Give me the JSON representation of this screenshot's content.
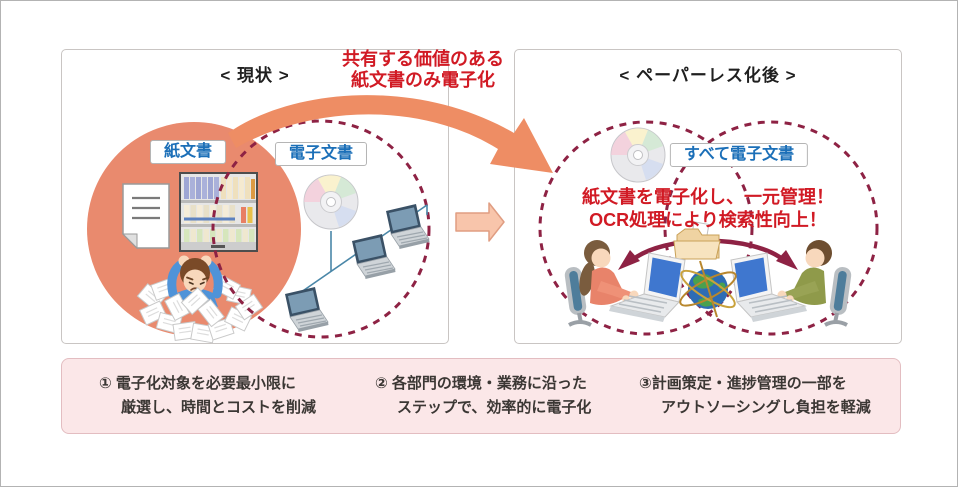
{
  "left_panel": {
    "title": "< 現状 >",
    "paper_doc_label": "紙文書",
    "digital_doc_label": "電子文書"
  },
  "transition_note": {
    "line1": "共有する価値のある",
    "line2": "紙文書のみ電子化"
  },
  "right_panel": {
    "title": "< ペーパーレス化後 >",
    "all_digital_label": "すべて電子文書",
    "message_line1": "紙文書を電子化し、一元管理！",
    "message_line2": "OCR処理により検索性向上！"
  },
  "benefits": [
    {
      "line1": "① 電子化対象を必要最小限に",
      "line2": "厳選し、時間とコストを削減"
    },
    {
      "line1": "② 各部門の環境・業務に沿った",
      "line2": "ステップで、効率的に電子化"
    },
    {
      "line1": "③計画策定・進捗管理の一部を",
      "line2": "アウトソーシングし負担を軽減"
    }
  ],
  "illustrations": [
    "paper-document-icon",
    "binder-shelf-icon",
    "stressed-worker-icon",
    "cd-icon",
    "laptop-network-icon",
    "transition-arrow",
    "folder-share-icon",
    "globe-icon",
    "woman-worker-icon",
    "man-worker-icon"
  ],
  "colors": {
    "accent_red": "#d11a24",
    "label_blue": "#1b6fb8",
    "circle_orange": "#e98a6e",
    "swoosh_orange": "#ee8d64",
    "dashed_wine": "#8e2244",
    "benefit_box_bg": "#fbe7e8",
    "benefit_box_border": "#e3bdc1"
  }
}
